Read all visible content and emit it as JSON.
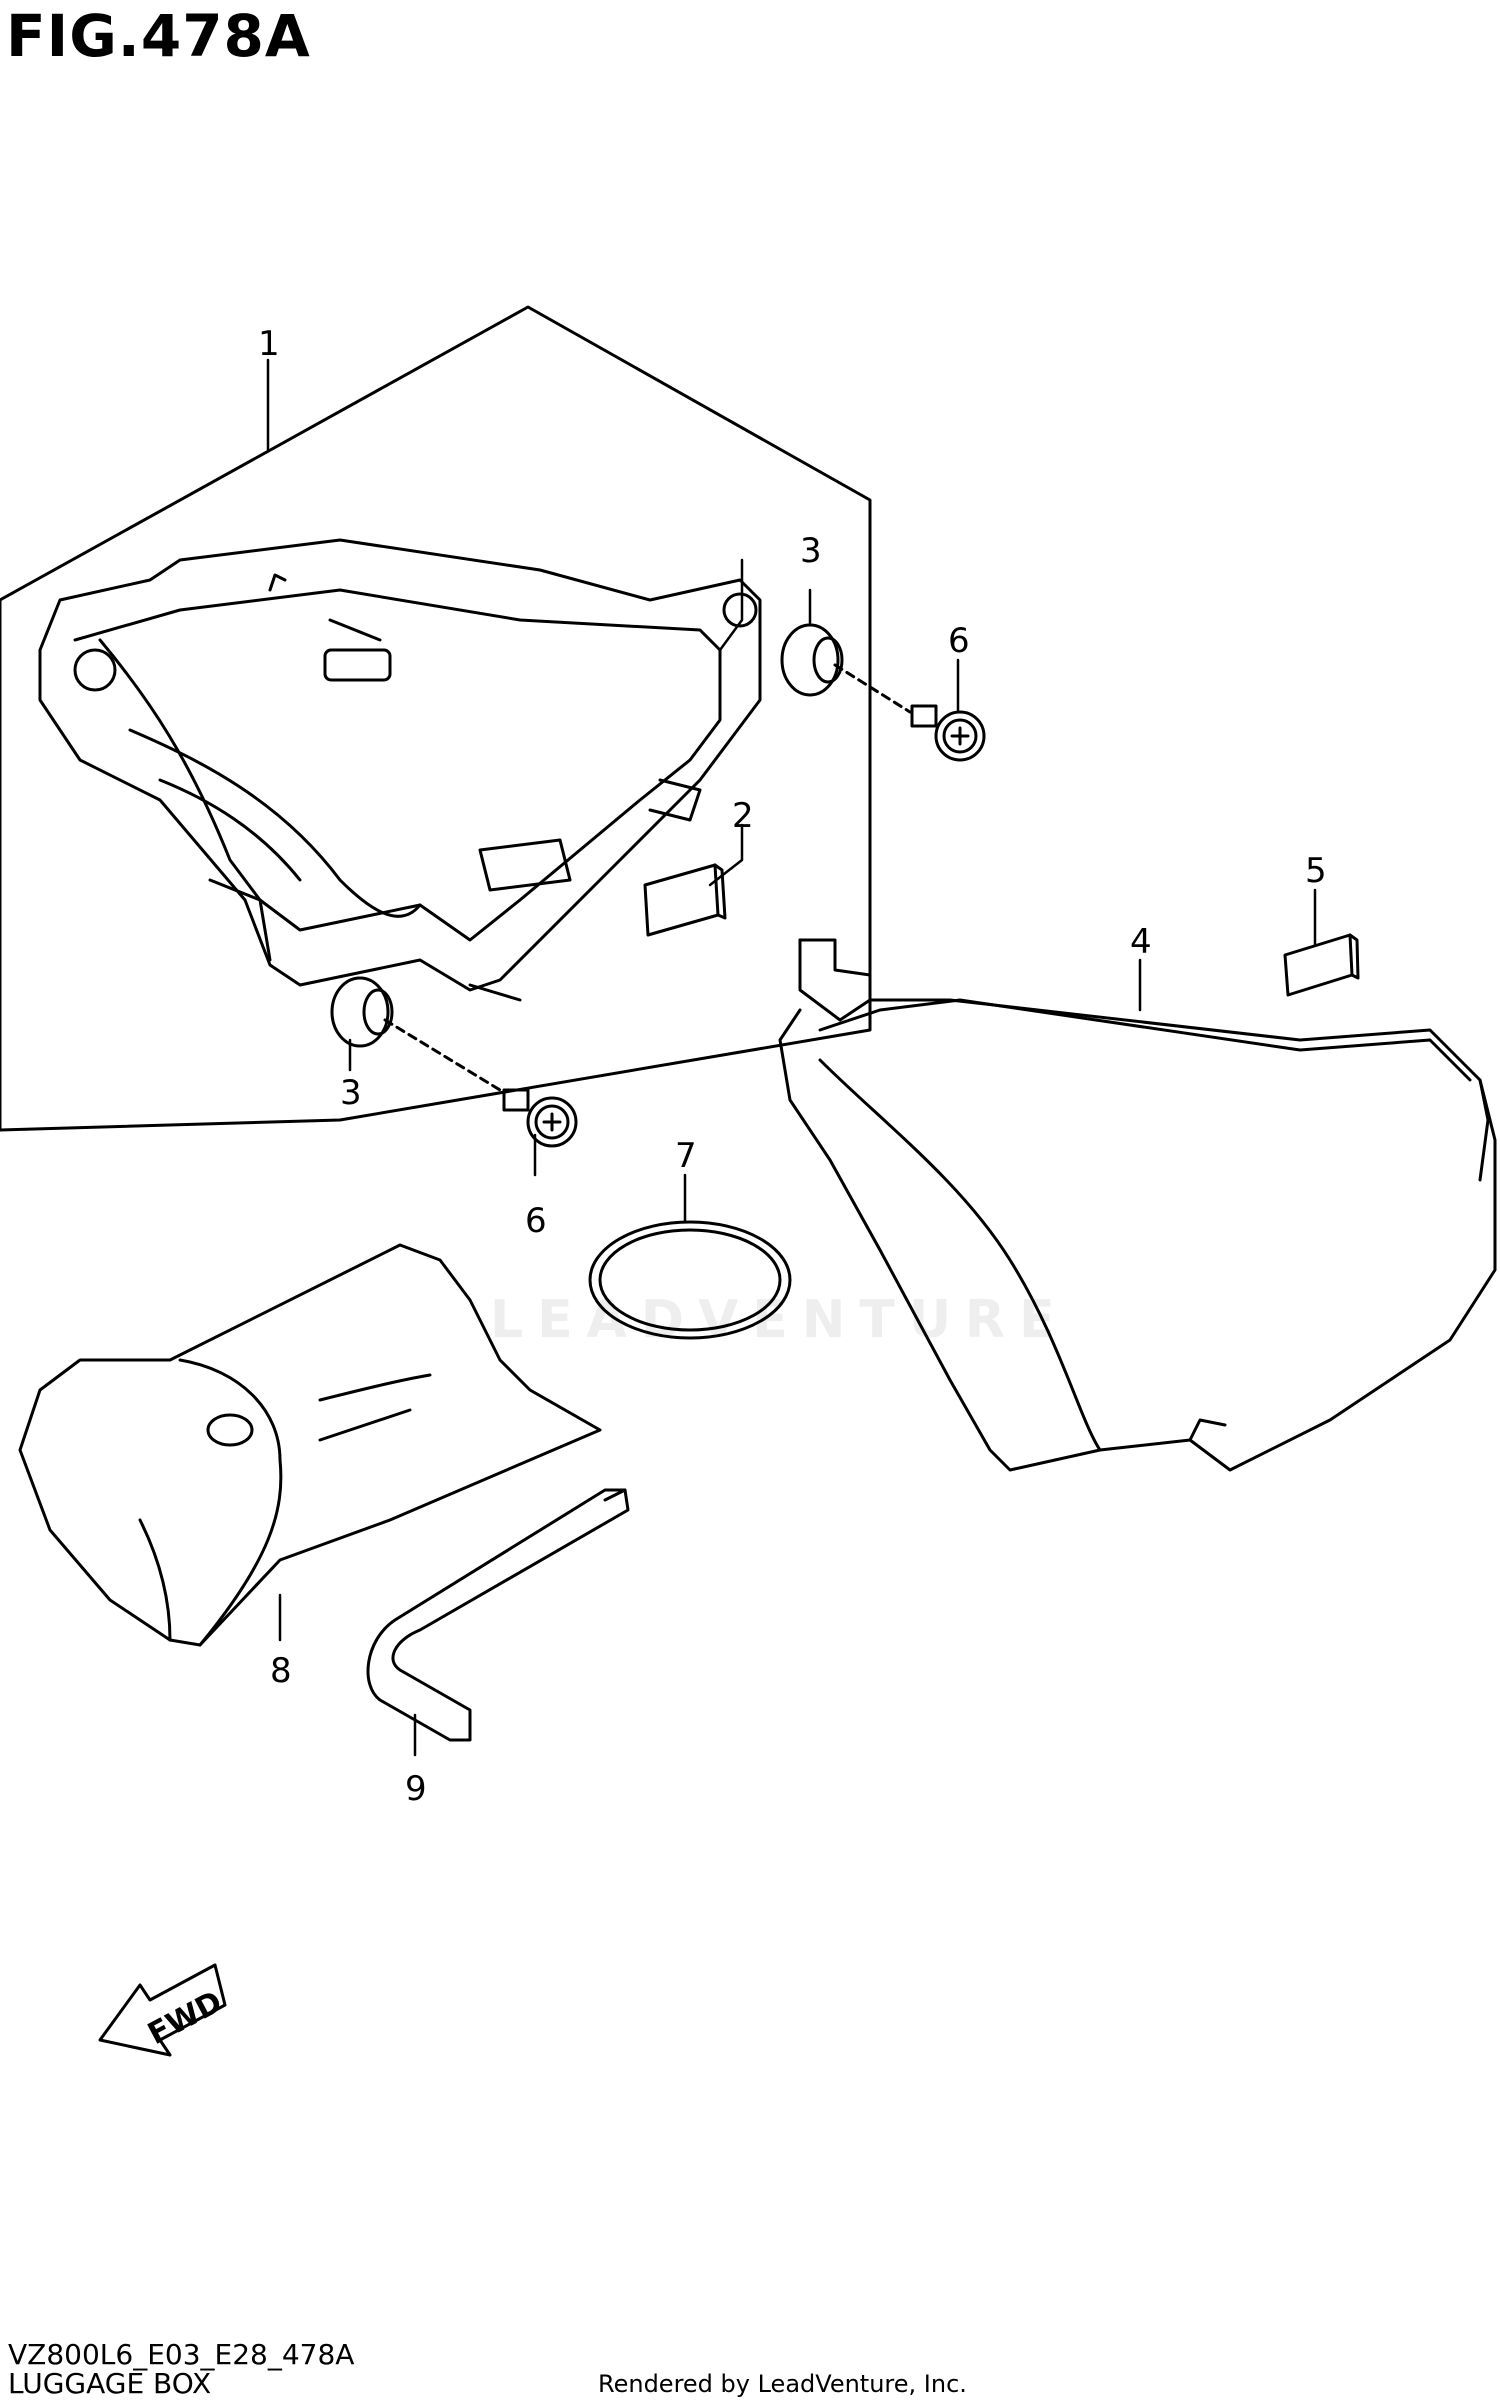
{
  "figure": {
    "title": "FIG.478A",
    "code": "VZ800L6_E03_E28_478A",
    "caption": "LUGGAGE BOX",
    "rendered_by": "Rendered by LeadVenture, Inc.",
    "watermark": "LEADVENTURE"
  },
  "callouts": [
    {
      "id": "c1a",
      "text": "1"
    },
    {
      "id": "c2",
      "text": "2"
    },
    {
      "id": "c3a",
      "text": "3"
    },
    {
      "id": "c3b",
      "text": "3"
    },
    {
      "id": "c4",
      "text": "4"
    },
    {
      "id": "c5",
      "text": "5"
    },
    {
      "id": "c6a",
      "text": "6"
    },
    {
      "id": "c6b",
      "text": "6"
    },
    {
      "id": "c7",
      "text": "7"
    },
    {
      "id": "c8",
      "text": "8"
    },
    {
      "id": "c9",
      "text": "9"
    }
  ],
  "fwd_arrow": {
    "label": "FWD"
  }
}
